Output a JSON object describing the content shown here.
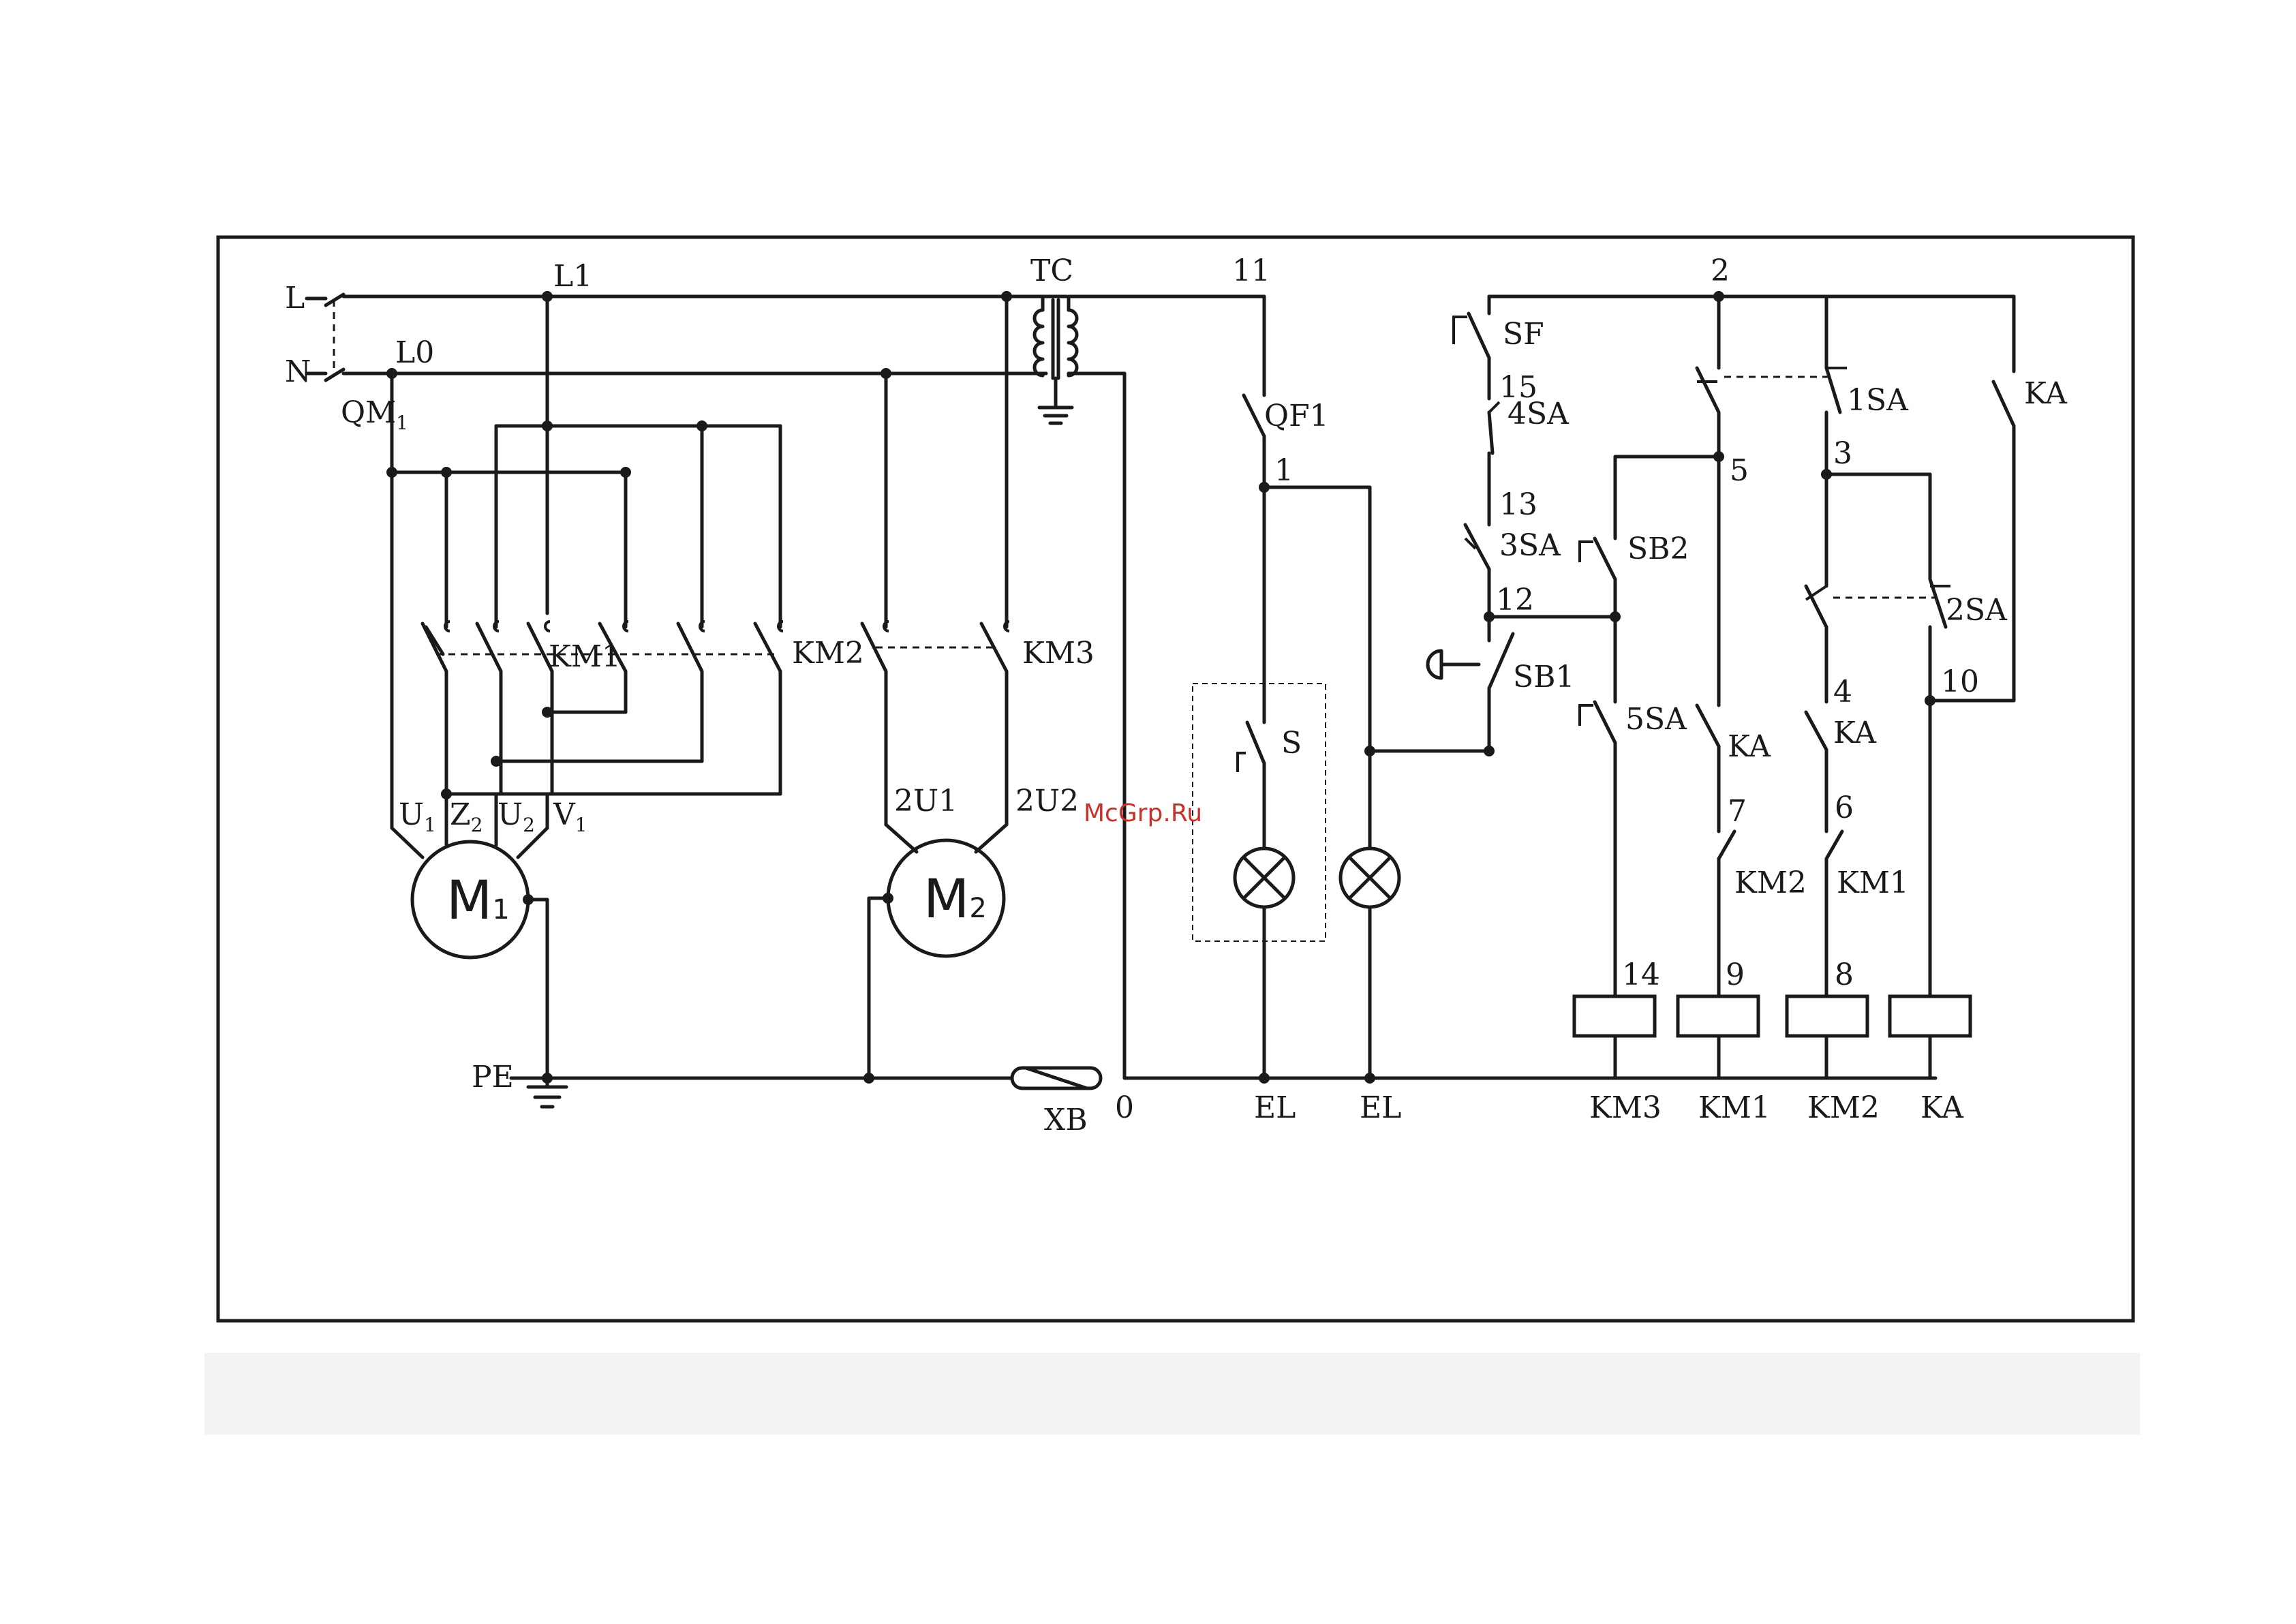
{
  "watermark": {
    "text": "McGrp.Ru",
    "color": "#c8322a"
  },
  "colors": {
    "line": "#1a1a1a",
    "background": "#ffffff",
    "caption_band": "#f3f3f3"
  },
  "supply": {
    "phase": "L",
    "neutral": "N",
    "breaker": "QM",
    "breaker_sub": "1",
    "phase_node": "L1",
    "neutral_node": "L0",
    "earth": "PE"
  },
  "transformer": {
    "label": "TC"
  },
  "motors": [
    {
      "letter": "M",
      "sub": "1",
      "terminals": [
        {
          "t": "U",
          "s": "1"
        },
        {
          "t": "Z",
          "s": "2"
        },
        {
          "t": "U",
          "s": "2"
        },
        {
          "t": "V",
          "s": "1"
        }
      ]
    },
    {
      "letter": "M",
      "sub": "2",
      "terminals": [
        {
          "t": "2U1"
        },
        {
          "t": "2U2"
        }
      ]
    }
  ],
  "contactors_power": [
    "KM1",
    "KM2",
    "KM3"
  ],
  "plug": "XB",
  "lamp_circuit": {
    "breaker": "QF1",
    "switch": "S",
    "lamps": [
      "EL",
      "EL"
    ]
  },
  "control": {
    "switches": [
      "SF",
      "4SA",
      "3SA",
      "SB2",
      "SB1",
      "5SA",
      "1SA",
      "2SA",
      "KA",
      "KA",
      "KA",
      "KM2",
      "KM1"
    ],
    "nodes": [
      "11",
      "1",
      "0",
      "2",
      "15",
      "13",
      "12",
      "5",
      "3",
      "4",
      "10",
      "7",
      "6",
      "14",
      "9",
      "8"
    ],
    "coils": [
      "KM3",
      "KM1",
      "KM2",
      "KA"
    ]
  }
}
